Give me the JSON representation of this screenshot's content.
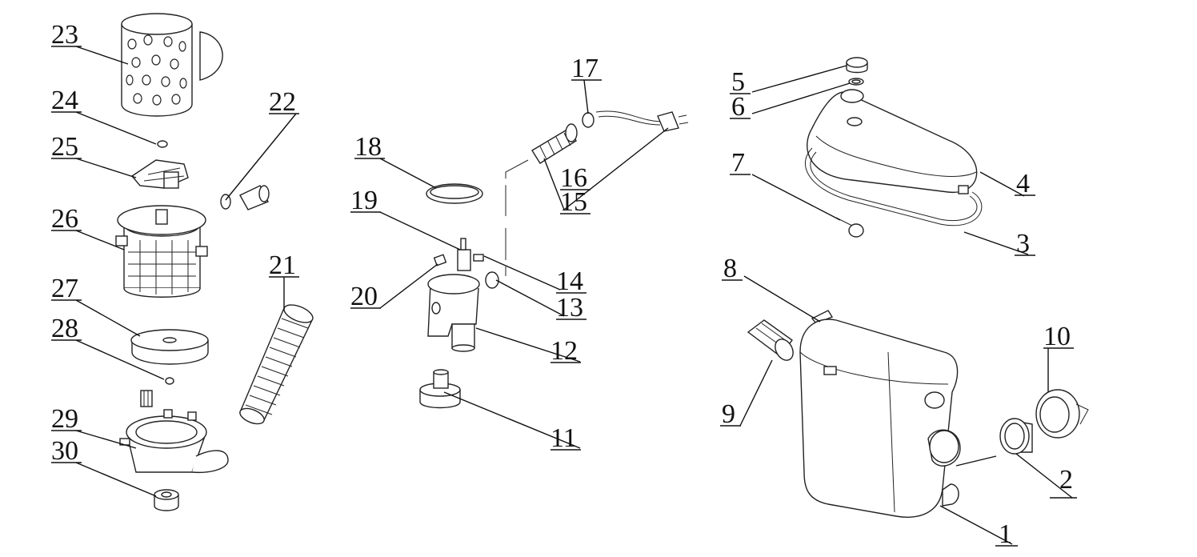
{
  "labels": {
    "p1": "1",
    "p2": "2",
    "p3": "3",
    "p4": "4",
    "p5": "5",
    "p6": "6",
    "p7": "7",
    "p8": "8",
    "p9": "9",
    "p10": "10",
    "p11": "11",
    "p12": "12",
    "p13": "13",
    "p14": "14",
    "p15": "15",
    "p16": "16",
    "p17": "17",
    "p18": "18",
    "p19": "19",
    "p20": "20",
    "p21": "21",
    "p22": "22",
    "p23": "23",
    "p24": "24",
    "p25": "25",
    "p26": "26",
    "p27": "27",
    "p28": "28",
    "p29": "29",
    "p30": "30"
  },
  "colors": {
    "line": "#222222",
    "background": "#ffffff"
  }
}
